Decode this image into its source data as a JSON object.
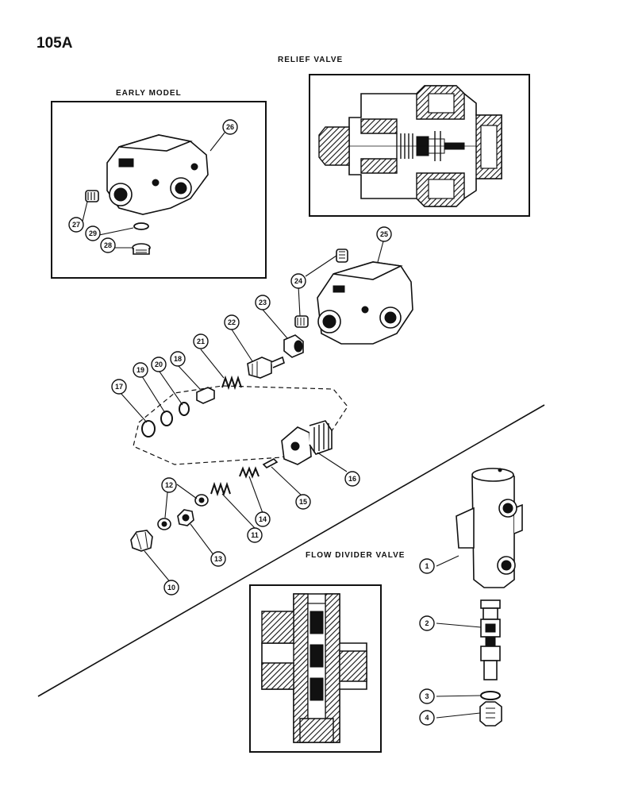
{
  "page_number": "105A",
  "titles": {
    "relief_valve": "RELIEF VALVE",
    "early_model": "EARLY MODEL",
    "flow_divider_valve": "FLOW DIVIDER VALVE"
  },
  "callouts": [
    {
      "id": "c1",
      "label": "1"
    },
    {
      "id": "c2",
      "label": "2"
    },
    {
      "id": "c3",
      "label": "3"
    },
    {
      "id": "c4",
      "label": "4"
    },
    {
      "id": "c10",
      "label": "10"
    },
    {
      "id": "c11",
      "label": "11"
    },
    {
      "id": "c12",
      "label": "12"
    },
    {
      "id": "c13",
      "label": "13"
    },
    {
      "id": "c14",
      "label": "14"
    },
    {
      "id": "c15",
      "label": "15"
    },
    {
      "id": "c16",
      "label": "16"
    },
    {
      "id": "c17",
      "label": "17"
    },
    {
      "id": "c18",
      "label": "18"
    },
    {
      "id": "c19",
      "label": "19"
    },
    {
      "id": "c20",
      "label": "20"
    },
    {
      "id": "c21",
      "label": "21"
    },
    {
      "id": "c22",
      "label": "22"
    },
    {
      "id": "c23",
      "label": "23"
    },
    {
      "id": "c24",
      "label": "24"
    },
    {
      "id": "c25",
      "label": "25"
    },
    {
      "id": "c26",
      "label": "26"
    },
    {
      "id": "c27",
      "label": "27"
    },
    {
      "id": "c28",
      "label": "28"
    },
    {
      "id": "c29",
      "label": "29"
    }
  ]
}
